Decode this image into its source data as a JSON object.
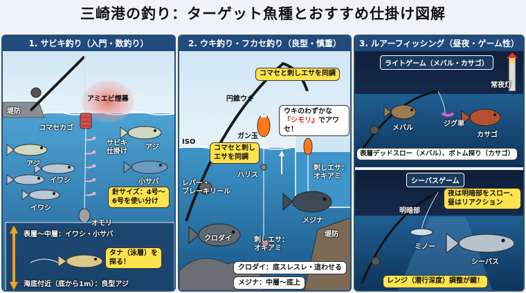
{
  "title": "三崎港の釣り：ターゲット魚種とおすすめ仕掛け図解",
  "panel1": {
    "header": "1. サビキ釣り（入門・数釣り）",
    "labels": {
      "pier": "堤防",
      "chum_basket": "コマセカゴ",
      "chum_cloud": "アミエビ煙幕",
      "sabiki_rig": "サビキ\n仕掛け",
      "aji1": "アジ",
      "aji2": "アジ",
      "iwashi1": "イワシ",
      "iwashi2": "イワシ",
      "kosaba": "小サバ",
      "sinker": "オモリ"
    },
    "hook_callout": "針サイズ：4号〜\n6号を使い分け",
    "layers": {
      "upper": "表層〜中層：イワシ・小サバ",
      "tana_tip": "タナ（泳層）を\n探る！",
      "bottom": "海底付近（底から1m）：良型アジ"
    }
  },
  "panel2": {
    "header": "2. ウキ釣り・フカセ釣り（良型・慎重）",
    "labels": {
      "float": "円錐ウキ",
      "split_shot": "ガン玉",
      "iso_rod": "ISO",
      "reel": "レバー・\nブレーキリール",
      "harris": "ハリス",
      "kurodai": "クロダイ",
      "mejina": "メジナ",
      "pier": "堤防",
      "bait": "刺しエサ：\nオキアミ",
      "bait_inset": "刺しエサ：\nオキアミ"
    },
    "callouts": {
      "tune": "コマセと刺しエサを同調",
      "tune2": "コマセと刺し\nエサを同調",
      "shimori_pre": "ウキのわずかな\n",
      "shimori_key": "『シモリ』",
      "shimori_post": "でアワセ！"
    },
    "tips": {
      "kurodai_tip": "クロダイ：底スレスレ・這わせる",
      "mejina_tip": "メジナ：中層〜底上"
    }
  },
  "panel3": {
    "header": "3. ルアーフィッシング（昼夜・ゲーム性）",
    "light_game": {
      "title": "ライトゲーム（メバル・カサゴ）",
      "lighthouse": "常夜灯",
      "jig_head": "ジグ単",
      "mebaru": "メバル",
      "kasago": "カサゴ",
      "method": "表層デッドスロー（メバル）、ボトム探り（カサゴ）"
    },
    "seabass": {
      "title": "シーバスゲーム",
      "tip": "夜は明暗部をスロー、\n昼はリアクション",
      "light_dark": "明暗部",
      "minnow": "ミノー",
      "seabass": "シーバス",
      "range": "レンジ（潜行深度）調整が鍵！"
    }
  },
  "colors": {
    "header_bg": "#214a7d",
    "water": "#2e7fb6",
    "callout": "#ffe34d",
    "chum": "#e8746a"
  }
}
